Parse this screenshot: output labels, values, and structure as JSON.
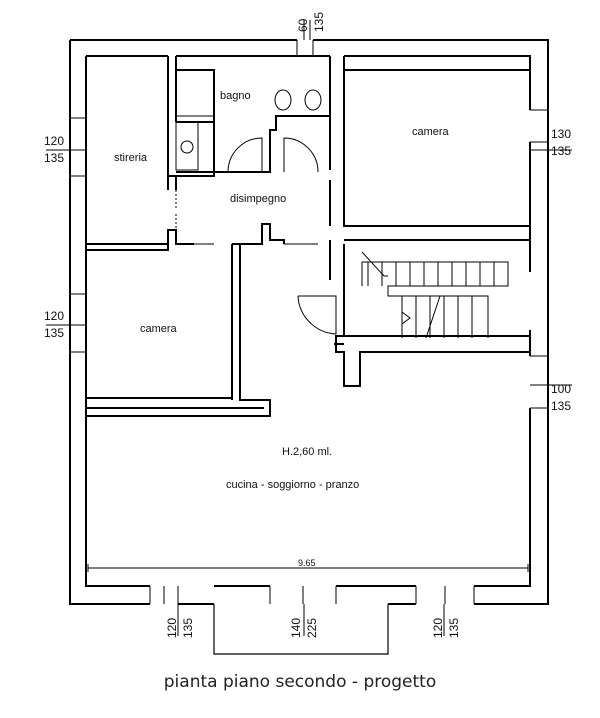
{
  "rooms": {
    "bagno": "bagno",
    "stireria": "stireria",
    "camera_top": "camera",
    "disimpegno": "disimpegno",
    "camera_left": "camera",
    "height": "H.2,60 ml.",
    "living": "cucina - soggiorno - pranzo"
  },
  "dimensions": {
    "top_window": {
      "a": "60",
      "b": "135"
    },
    "left_stireria": {
      "a": "120",
      "b": "135"
    },
    "left_camera": {
      "a": "120",
      "b": "135"
    },
    "right_camera": {
      "a": "130",
      "b": "135"
    },
    "right_living": {
      "a": "100",
      "b": "135"
    },
    "bottom_left": {
      "a": "120",
      "b": "135"
    },
    "bottom_center": {
      "a": "140",
      "b": "225"
    },
    "bottom_right": {
      "a": "120",
      "b": "135"
    },
    "width": "9.65"
  },
  "caption": "pianta piano secondo - progetto"
}
